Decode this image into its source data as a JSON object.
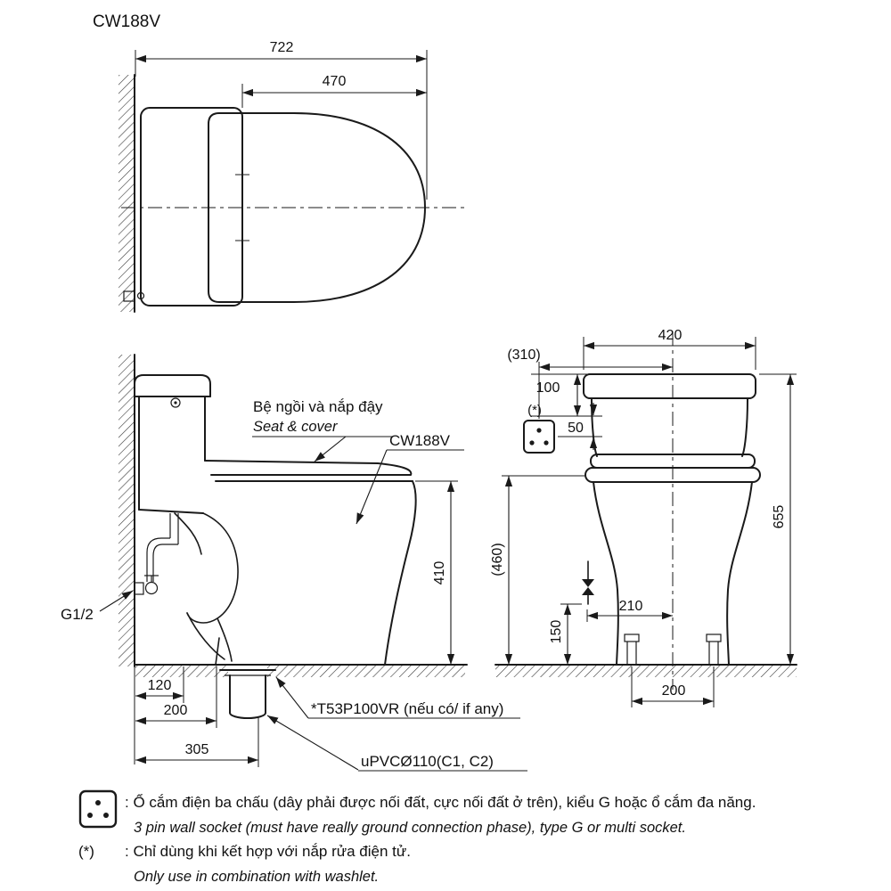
{
  "drawing": {
    "model": "CW188V",
    "top_view": {
      "dim_overall": "722",
      "dim_seat": "470"
    },
    "side_view": {
      "seat_label_vi": "Bệ ngồi và nắp đậy",
      "seat_label_en": "Seat & cover",
      "model_label": "CW188V",
      "dim_height": "410",
      "supply_label": "G1/2",
      "dim_120": "120",
      "dim_200": "200",
      "dim_305": "305",
      "outlet_label": "*T53P100VR (nếu có/ if any)",
      "pipe_label": "uPVCØ110(C1, C2)"
    },
    "front_view": {
      "dim_310": "(310)",
      "dim_420": "420",
      "dim_100": "100",
      "dim_50": "50",
      "dim_655": "655",
      "dim_460": "(460)",
      "dim_150": "150",
      "dim_210": "210",
      "dim_200": "200",
      "socket_mark": "(*)"
    },
    "notes": {
      "socket_vi": ": Ổ cắm điện ba chấu (dây phải được nối đất, cực nối đất ở trên), kiểu G hoặc ổ cắm đa năng.",
      "socket_en": "3 pin wall socket (must have really ground connection phase), type G or multi socket.",
      "star_mark": "(*)",
      "star_vi": ": Chỉ dùng khi kết hợp với nắp rửa điện tử.",
      "star_en": "Only use in combination with washlet."
    }
  }
}
